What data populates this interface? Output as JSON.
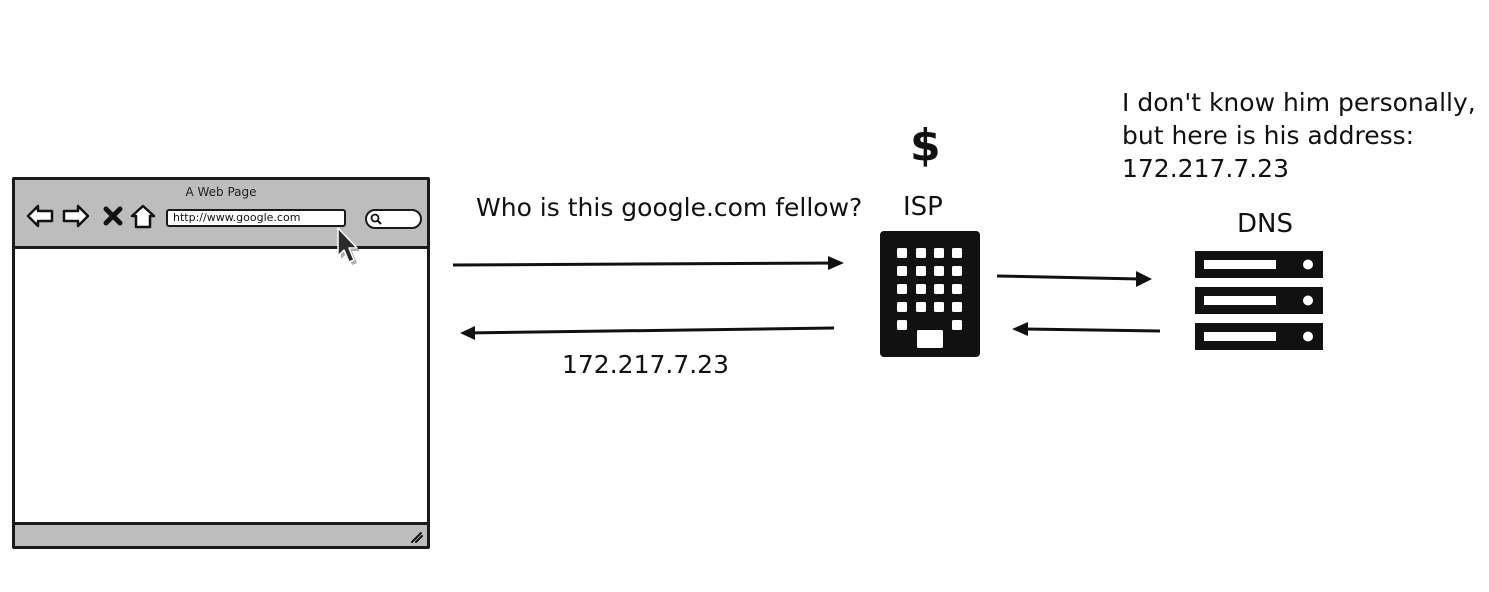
{
  "browser": {
    "title": "A Web Page",
    "url": "http://www.google.com"
  },
  "labels": {
    "question": "Who is this google.com fellow?",
    "answer_ip": "172.217.7.23",
    "isp": "ISP",
    "dollar": "$",
    "dns": "DNS",
    "dns_reply_line1": "I don't know him personally,",
    "dns_reply_line2": "but here is his address:",
    "dns_reply_line3": "172.217.7.23"
  },
  "icons": {
    "isp": "office-building-icon",
    "dns": "server-rack-icon",
    "cursor": "mouse-pointer-icon"
  },
  "colors": {
    "ink": "#111111",
    "toolbar_gray": "#bdbdbd"
  }
}
